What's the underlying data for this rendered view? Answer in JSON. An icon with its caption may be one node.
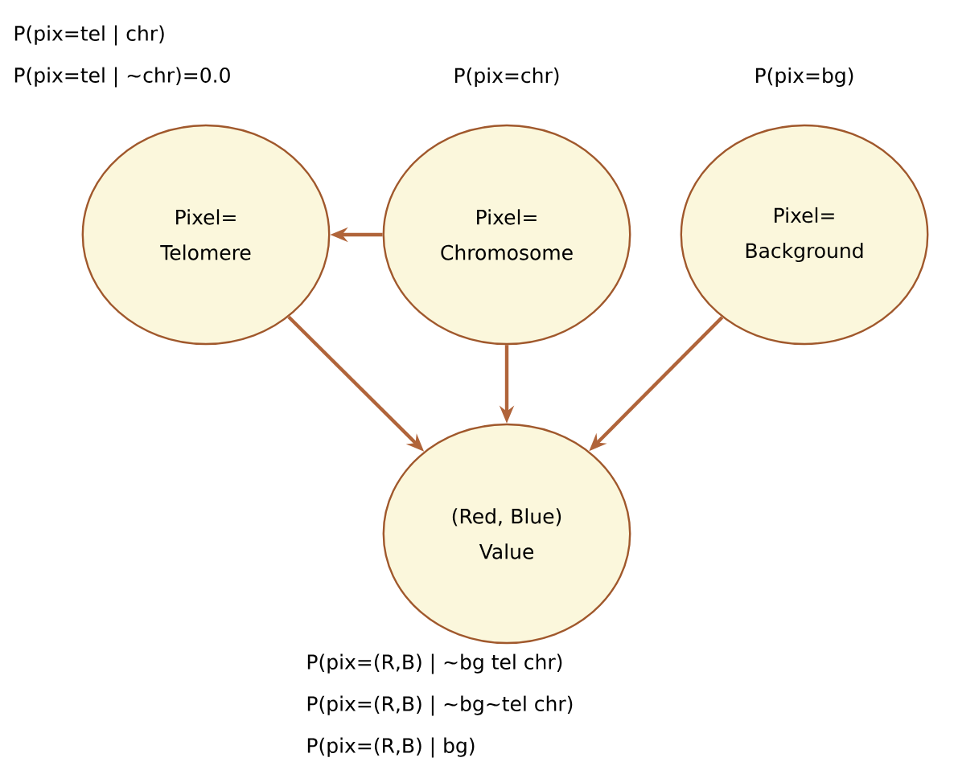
{
  "diagram": {
    "nodes": [
      {
        "text": [
          "Pixel= Telomere"
        ],
        "beside": [
          "P(pix=tel | chr)",
          "P(pix=tel | ~chr)=0.0"
        ]
      },
      {
        "text": [
          "Pixel= Chromosome"
        ],
        "beside": [
          "P(pix=chr)"
        ]
      },
      {
        "text": [
          "Pixel= Background"
        ],
        "beside": [
          "P(pix=bg)"
        ]
      },
      {
        "text": [
          "(Red, Blue) Value"
        ],
        "beside": [
          "P(pix=(R,B) | ~bg tel chr)",
          "P(pix=(R,B) | ~bg~tel chr)",
          "P(pix=(R,B) | bg)"
        ]
      }
    ],
    "edges": [
      {
        "from": 1,
        "to": 0,
        "arrow": "to"
      },
      {
        "from": 0,
        "to": 3,
        "arrow": "to"
      },
      {
        "from": 1,
        "to": 3,
        "arrow": "to"
      },
      {
        "from": 2,
        "to": 3,
        "arrow": "to"
      }
    ]
  }
}
